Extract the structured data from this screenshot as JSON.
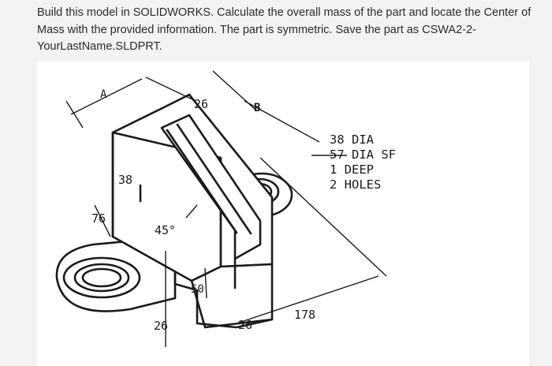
{
  "question": {
    "text": "Build this model in SOLIDWORKS. Calculate the overall mass of the part and locate the Center of Mass with the provided information. The part is symmetric. Save the part as CSWA2-2-YourLastName.SLDPRT."
  },
  "drawing": {
    "view_labels": {
      "a": "A",
      "b": "B"
    },
    "dimensions": {
      "d26_top": "26",
      "d38": "38",
      "d76": "76",
      "d45": "45°",
      "d50": "50",
      "d26_bottom_left": "26",
      "d26_bottom_mid": "26",
      "d178": "178"
    },
    "hole_note": [
      "38 DIA",
      "57 DIA SF",
      "1 DEEP",
      "2 HOLES"
    ]
  }
}
